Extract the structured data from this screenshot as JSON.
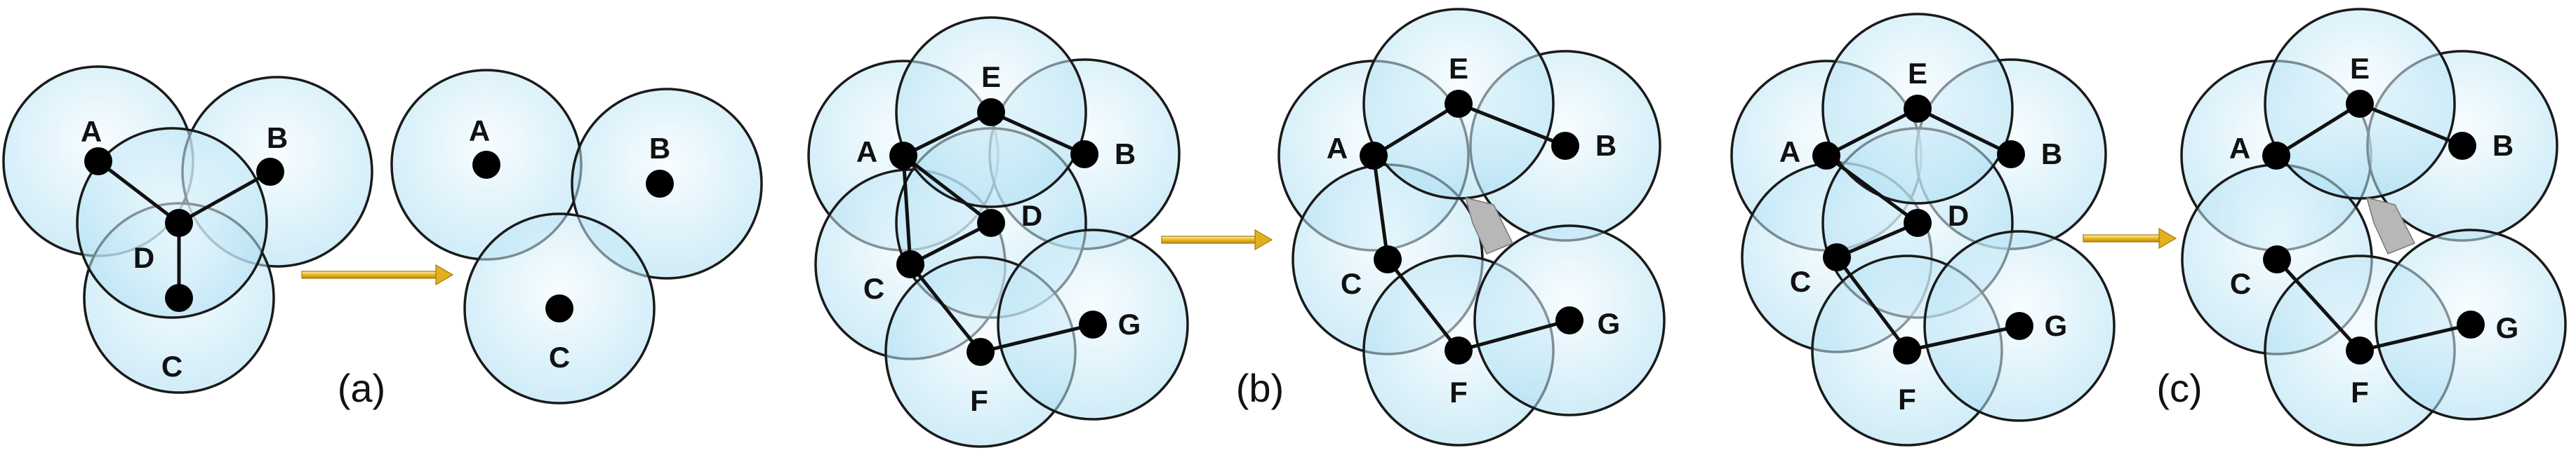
{
  "panels": [
    {
      "id": "a",
      "label": "(a)",
      "before": {
        "nodes": [
          {
            "name": "A",
            "label": "A"
          },
          {
            "name": "B",
            "label": "B"
          },
          {
            "name": "C",
            "label": "C"
          },
          {
            "name": "D",
            "label": "D"
          }
        ],
        "edges": [
          [
            "A",
            "D"
          ],
          [
            "B",
            "D"
          ],
          [
            "C",
            "D"
          ]
        ]
      },
      "after": {
        "nodes": [
          {
            "name": "A",
            "label": "A"
          },
          {
            "name": "B",
            "label": "B"
          },
          {
            "name": "C",
            "label": "C"
          }
        ],
        "edges": []
      }
    },
    {
      "id": "b",
      "label": "(b)",
      "before": {
        "nodes": [
          {
            "name": "A",
            "label": "A"
          },
          {
            "name": "B",
            "label": "B"
          },
          {
            "name": "C",
            "label": "C"
          },
          {
            "name": "D",
            "label": "D"
          },
          {
            "name": "E",
            "label": "E"
          },
          {
            "name": "F",
            "label": "F"
          },
          {
            "name": "G",
            "label": "G"
          }
        ],
        "edges": [
          [
            "A",
            "E"
          ],
          [
            "E",
            "B"
          ],
          [
            "A",
            "D"
          ],
          [
            "A",
            "C"
          ],
          [
            "C",
            "D"
          ],
          [
            "C",
            "F"
          ],
          [
            "F",
            "G"
          ]
        ]
      },
      "after": {
        "nodes": [
          {
            "name": "A",
            "label": "A"
          },
          {
            "name": "B",
            "label": "B"
          },
          {
            "name": "C",
            "label": "C"
          },
          {
            "name": "E",
            "label": "E"
          },
          {
            "name": "F",
            "label": "F"
          },
          {
            "name": "G",
            "label": "G"
          }
        ],
        "edges": [
          [
            "A",
            "E"
          ],
          [
            "E",
            "B"
          ],
          [
            "A",
            "C"
          ],
          [
            "C",
            "F"
          ],
          [
            "F",
            "G"
          ]
        ]
      }
    },
    {
      "id": "c",
      "label": "(c)",
      "before": {
        "nodes": [
          {
            "name": "A",
            "label": "A"
          },
          {
            "name": "B",
            "label": "B"
          },
          {
            "name": "C",
            "label": "C"
          },
          {
            "name": "D",
            "label": "D"
          },
          {
            "name": "E",
            "label": "E"
          },
          {
            "name": "F",
            "label": "F"
          },
          {
            "name": "G",
            "label": "G"
          }
        ],
        "edges": [
          [
            "A",
            "E"
          ],
          [
            "E",
            "B"
          ],
          [
            "A",
            "D"
          ],
          [
            "C",
            "D"
          ],
          [
            "C",
            "F"
          ],
          [
            "F",
            "G"
          ]
        ]
      },
      "after": {
        "nodes": [
          {
            "name": "A",
            "label": "A"
          },
          {
            "name": "B",
            "label": "B"
          },
          {
            "name": "C",
            "label": "C"
          },
          {
            "name": "E",
            "label": "E"
          },
          {
            "name": "F",
            "label": "F"
          },
          {
            "name": "G",
            "label": "G"
          }
        ],
        "edges": [
          [
            "A",
            "E"
          ],
          [
            "E",
            "B"
          ],
          [
            "C",
            "F"
          ],
          [
            "F",
            "G"
          ]
        ]
      }
    }
  ],
  "colors": {
    "disk_fill_light": "#f2fbff",
    "disk_fill_dark": "#a9ddf2",
    "disk_stroke": "#1a1a1a",
    "node": "#000000",
    "edge": "#111111",
    "arrow": "#e0b01e",
    "gap_fill": "#b7b7b7"
  }
}
